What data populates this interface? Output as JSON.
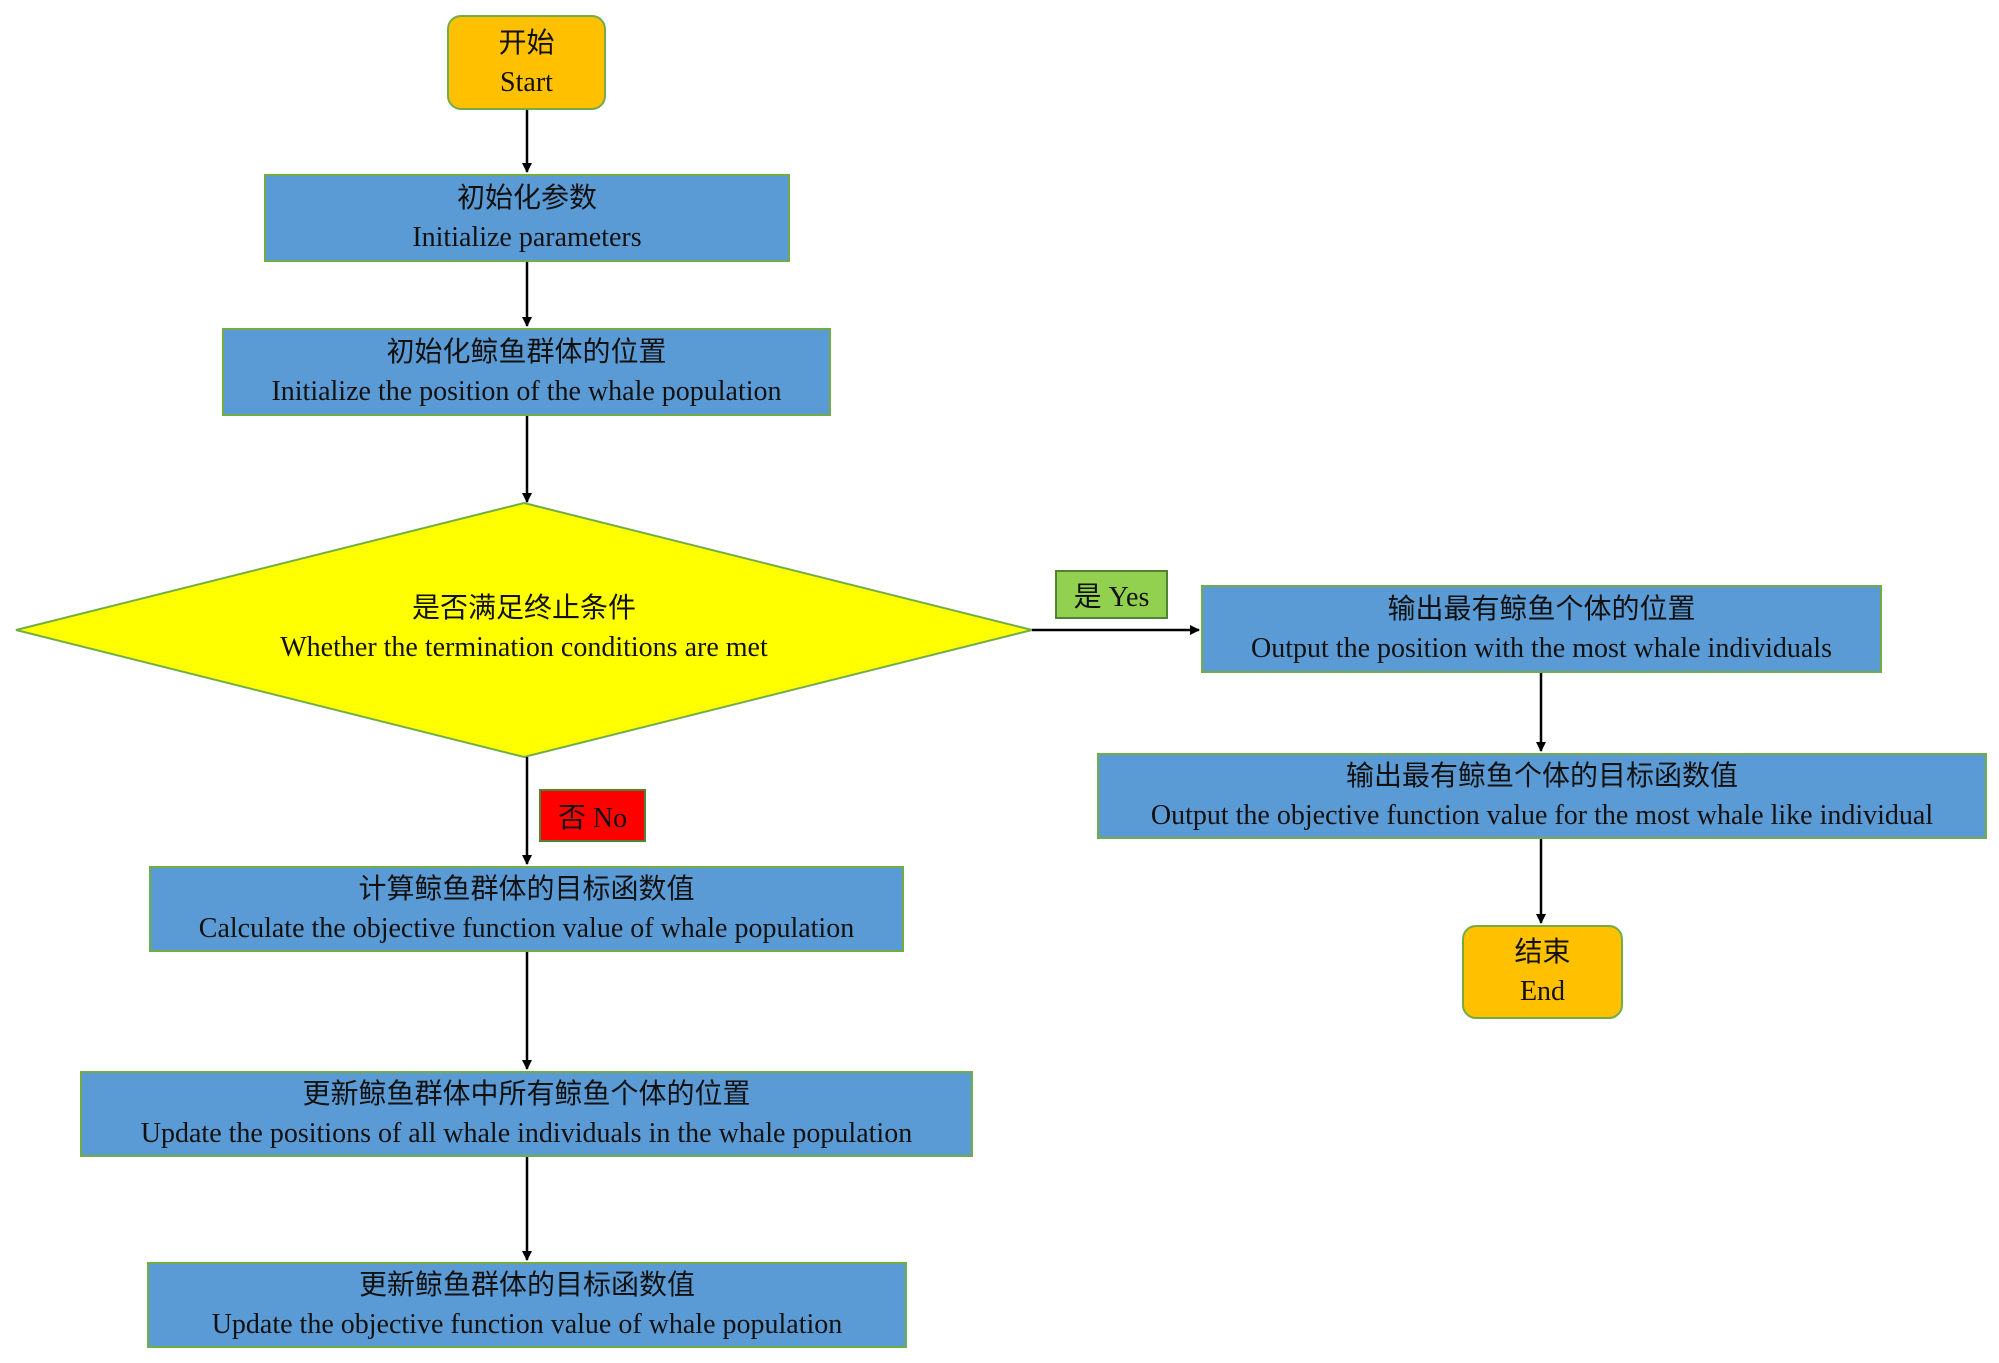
{
  "nodes": {
    "start": {
      "zh": "开始",
      "en": "Start"
    },
    "init_params": {
      "zh": "初始化参数",
      "en": "Initialize parameters"
    },
    "init_positions": {
      "zh": "初始化鲸鱼群体的位置",
      "en": "Initialize the position of the whale population"
    },
    "decision": {
      "zh": "是否满足终止条件",
      "en": "Whether the termination conditions are met"
    },
    "calc_objective": {
      "zh": "计算鲸鱼群体的目标函数值",
      "en": "Calculate the objective function value of whale population"
    },
    "update_positions": {
      "zh": "更新鲸鱼群体中所有鲸鱼个体的位置",
      "en": "Update the positions of all whale individuals in the whale population"
    },
    "update_objective": {
      "zh": "更新鲸鱼群体的目标函数值",
      "en": "Update the objective function value of whale population"
    },
    "output_position": {
      "zh": "输出最有鲸鱼个体的位置",
      "en": "Output the position with the most whale individuals"
    },
    "output_objective": {
      "zh": "输出最有鲸鱼个体的目标函数值",
      "en": "Output the objective function value for the most whale like individual"
    },
    "end": {
      "zh": "结束",
      "en": "End"
    }
  },
  "edge_labels": {
    "yes": "是 Yes",
    "no": "否 No"
  },
  "colors": {
    "process_fill": "#5b9bd5",
    "process_border": "#70ad47",
    "terminal_fill": "#ffc000",
    "decision_fill": "#ffff00",
    "yes_label_fill": "#92d050",
    "no_label_fill": "#ff0000"
  }
}
